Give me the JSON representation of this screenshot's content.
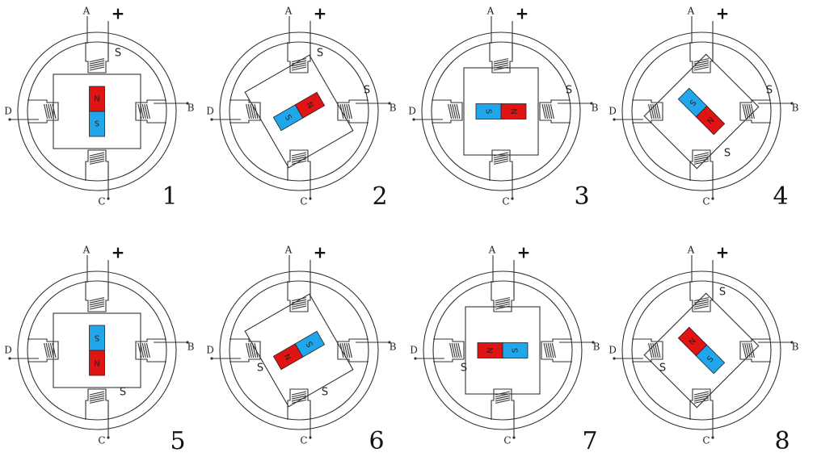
{
  "colors": {
    "north": "#e11414",
    "south": "#21a6ec",
    "line": "#333333"
  },
  "terminals": {
    "a": "A",
    "b": "B",
    "c": "C",
    "d": "D",
    "common": "+"
  },
  "magnet_letters": {
    "north": "N",
    "south": "S"
  },
  "panels": [
    {
      "number": "1",
      "rotor_angle": 90,
      "stator_s": [
        {
          "pole": "A",
          "label": "S"
        }
      ]
    },
    {
      "number": "2",
      "rotor_angle": 150,
      "stator_s": [
        {
          "pole": "A",
          "label": "S"
        },
        {
          "pole": "B",
          "label": "S"
        }
      ]
    },
    {
      "number": "3",
      "rotor_angle": 180,
      "stator_s": [
        {
          "pole": "B",
          "label": "S"
        }
      ]
    },
    {
      "number": "4",
      "rotor_angle": 225,
      "stator_s": [
        {
          "pole": "B",
          "label": "S"
        },
        {
          "pole": "C",
          "label": "S"
        }
      ]
    },
    {
      "number": "5",
      "rotor_angle": 270,
      "stator_s": [
        {
          "pole": "C",
          "label": "S"
        }
      ]
    },
    {
      "number": "6",
      "rotor_angle": 330,
      "stator_s": [
        {
          "pole": "C",
          "label": "S"
        },
        {
          "pole": "D",
          "label": "S"
        }
      ]
    },
    {
      "number": "7",
      "rotor_angle": 0,
      "stator_s": [
        {
          "pole": "D",
          "label": "S"
        }
      ]
    },
    {
      "number": "8",
      "rotor_angle": 45,
      "stator_s": [
        {
          "pole": "D",
          "label": "S"
        },
        {
          "pole": "A",
          "label": "S"
        }
      ]
    }
  ]
}
